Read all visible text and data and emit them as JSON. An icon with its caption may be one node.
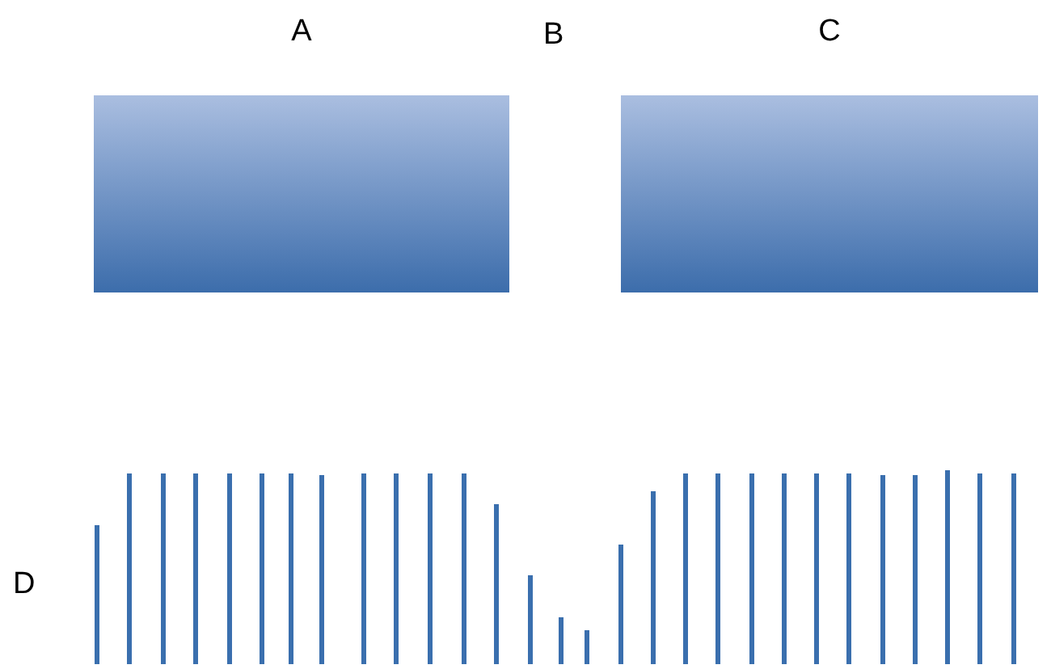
{
  "diagram": {
    "nodes": [
      {
        "text": [
          "A"
        ]
      },
      {
        "text": [
          "C"
        ]
      }
    ],
    "labels": [
      "B",
      "D"
    ]
  }
}
